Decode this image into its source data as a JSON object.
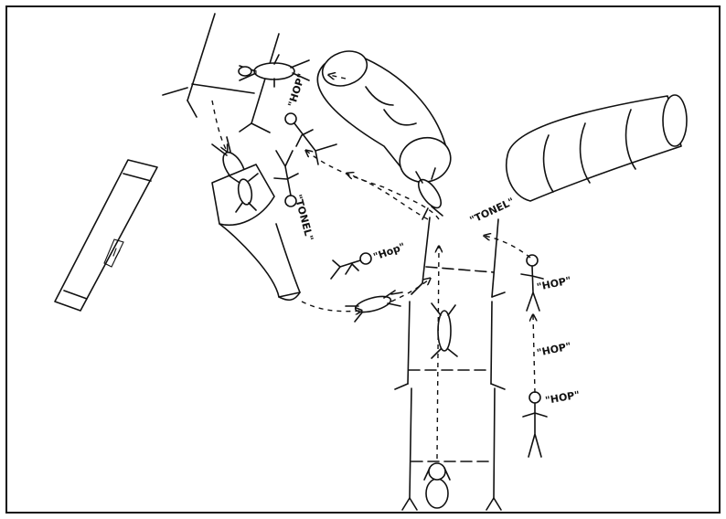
{
  "labels": {
    "hop_handler_left": "\"HOP\"",
    "tonel_left": "\"TONEL\"",
    "hop_center": "\"Hop\"",
    "tonel_center": "\"TONEL\"",
    "hop_right_top": "\"HOP\"",
    "hop_right_mid": "\"HOP\"",
    "hop_right_bottom": "\"HOP\""
  },
  "colors": {
    "ink": "#111111",
    "paper": "#ffffff"
  }
}
